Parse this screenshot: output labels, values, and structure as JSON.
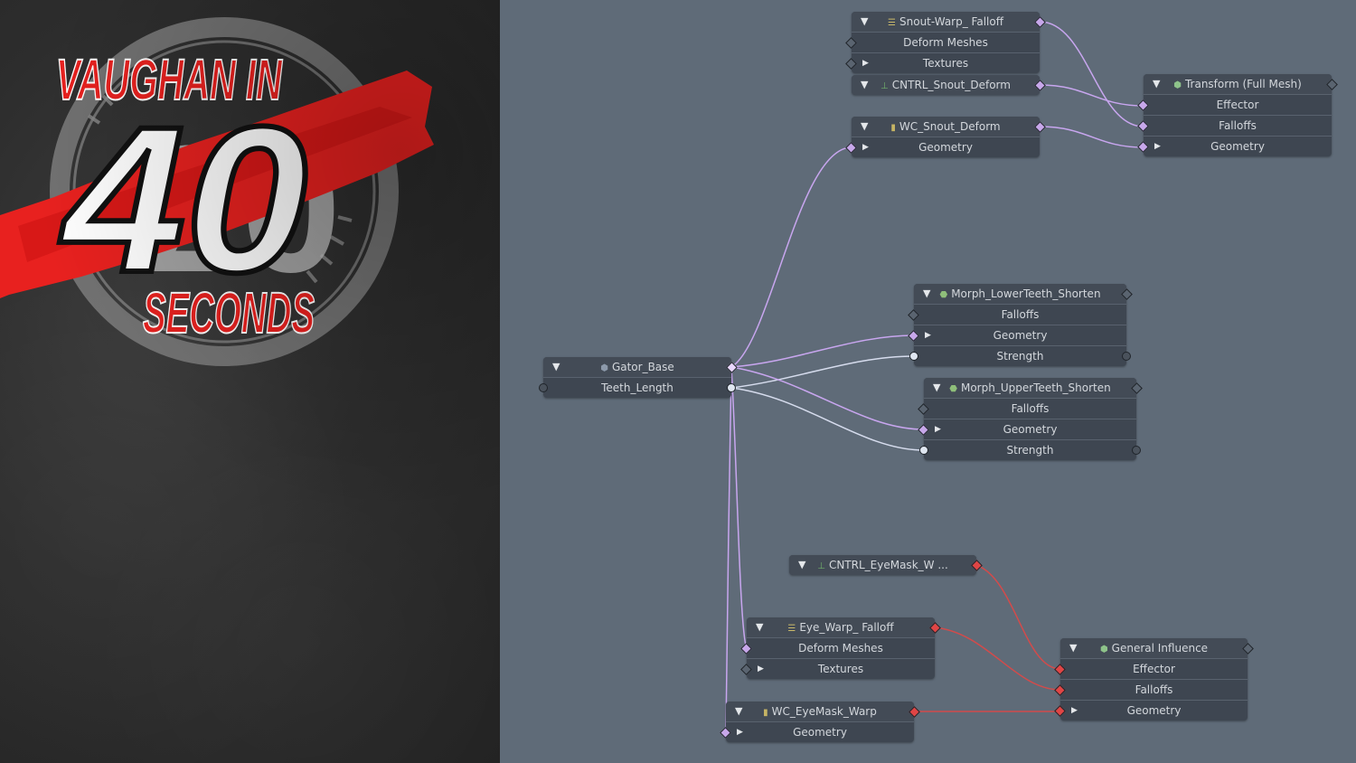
{
  "brand": {
    "line1": "VAUGHAN IN",
    "number": "40",
    "line2": "SECONDS"
  },
  "colors": {
    "canvas": "#5f6b78",
    "node": "#3e4651",
    "wire_lilac": "#c8a6ef",
    "wire_pale": "#d6dced",
    "wire_red": "#d24b4b",
    "brand_red": "#e8211f"
  },
  "nodes": {
    "snout_warp_falloff": {
      "title": "Snout-Warp_ Falloff",
      "icon": "falloff-icon",
      "rows": [
        "Deform Meshes",
        "Textures"
      ]
    },
    "cntrl_snout_deform": {
      "title": "CNTRL_Snout_Deform",
      "icon": "locator-icon"
    },
    "wc_snout_deform": {
      "title": "WC_Snout_Deform",
      "icon": "weight-container-icon",
      "rows": [
        "Geometry"
      ]
    },
    "transform_full_mesh": {
      "title": "Transform (Full Mesh)",
      "icon": "cube-icon",
      "rows": [
        "Effector",
        "Falloffs",
        "Geometry"
      ]
    },
    "morph_lower": {
      "title": "Morph_LowerTeeth_Shorten",
      "icon": "morph-icon",
      "rows": [
        "Falloffs",
        "Geometry",
        "Strength"
      ]
    },
    "gator_base": {
      "title": "Gator_Base",
      "icon": "mesh-icon",
      "rows": [
        "Teeth_Length"
      ]
    },
    "morph_upper": {
      "title": "Morph_UpperTeeth_Shorten",
      "icon": "morph-icon",
      "rows": [
        "Falloffs",
        "Geometry",
        "Strength"
      ]
    },
    "cntrl_eyemask": {
      "title": "CNTRL_EyeMask_W ...",
      "icon": "locator-icon"
    },
    "eye_warp_falloff": {
      "title": "Eye_Warp_ Falloff",
      "icon": "falloff-icon",
      "rows": [
        "Deform Meshes",
        "Textures"
      ]
    },
    "general_influence": {
      "title": "General Influence",
      "icon": "cube-icon",
      "rows": [
        "Effector",
        "Falloffs",
        "Geometry"
      ]
    },
    "wc_eyemask_warp": {
      "title": "WC_EyeMask_Warp",
      "icon": "weight-container-icon",
      "rows": [
        "Geometry"
      ]
    }
  }
}
